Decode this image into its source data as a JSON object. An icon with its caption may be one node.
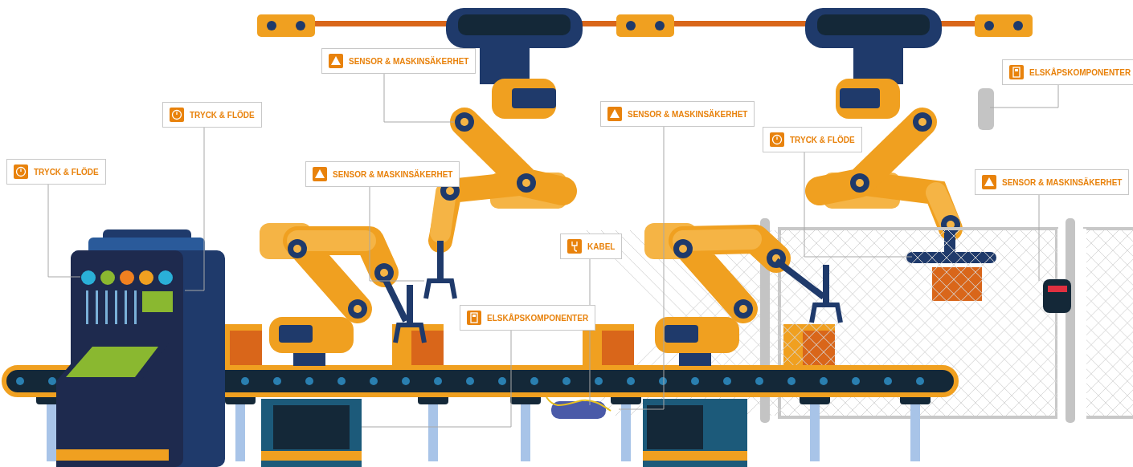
{
  "diagram": {
    "nodes": [
      {
        "text": [
          "SENSOR & MASKINSÄKERHET"
        ]
      },
      {
        "text": [
          "ELSKÅPSKOMPONENTER"
        ]
      },
      {
        "text": [
          "SENSOR & MASKINSÄKERHET"
        ]
      },
      {
        "text": [
          "TRYCK & FLÖDE"
        ]
      },
      {
        "text": [
          "TRYCK & FLÖDE"
        ]
      },
      {
        "text": [
          "TRYCK & FLÖDE"
        ]
      },
      {
        "text": [
          "SENSOR & MASKINSÄKERHET"
        ]
      },
      {
        "text": [
          "SENSOR & MASKINSÄKERHET"
        ]
      },
      {
        "text": [
          "KABEL"
        ]
      },
      {
        "text": [
          "ELSKÅPSKOMPONENTER"
        ]
      },
      {
        "text": [],
        "shape": "picture"
      },
      {
        "text": [],
        "shape": "picture"
      }
    ],
    "edges": [
      {
        "from": 0,
        "to": null,
        "arrow": "none"
      },
      {
        "from": 1,
        "to": null,
        "arrow": "none"
      },
      {
        "from": 2,
        "to": null,
        "arrow": "none"
      },
      {
        "from": 3,
        "to": null,
        "arrow": "none"
      },
      {
        "from": 4,
        "to": null,
        "arrow": "none"
      },
      {
        "from": 5,
        "to": null,
        "arrow": "none"
      },
      {
        "from": 6,
        "to": 10,
        "arrow": "none"
      },
      {
        "from": 7,
        "to": null,
        "arrow": "none"
      },
      {
        "from": 8,
        "to": null,
        "arrow": "none"
      },
      {
        "from": 9,
        "to": 11,
        "arrow": "none"
      }
    ]
  }
}
